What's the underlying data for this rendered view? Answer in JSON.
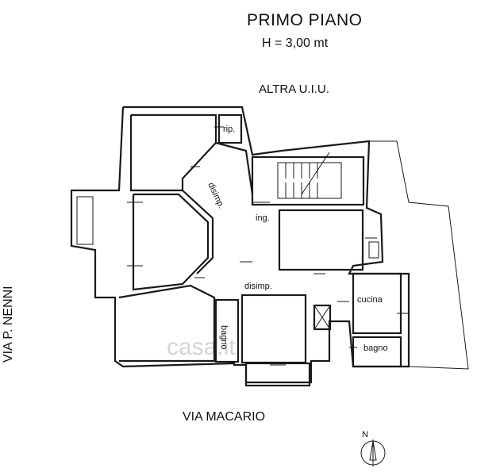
{
  "title": "PRIMO PIANO",
  "height_note": "H = 3,00 mt",
  "streets": {
    "north": "ALTRA U.I.U.",
    "west": "VIA P. NENNI",
    "south": "VIA MACARIO"
  },
  "rooms": {
    "ripostiglio": "rip.",
    "disimpegno_upper": "disimp.",
    "ingresso": "ing.",
    "disimpegno_lower": "disimp.",
    "cucina": "cucina",
    "bagno_left": "bagno",
    "bagno_right": "bagno"
  },
  "compass": {
    "label": "N"
  },
  "watermark": "casa.it"
}
